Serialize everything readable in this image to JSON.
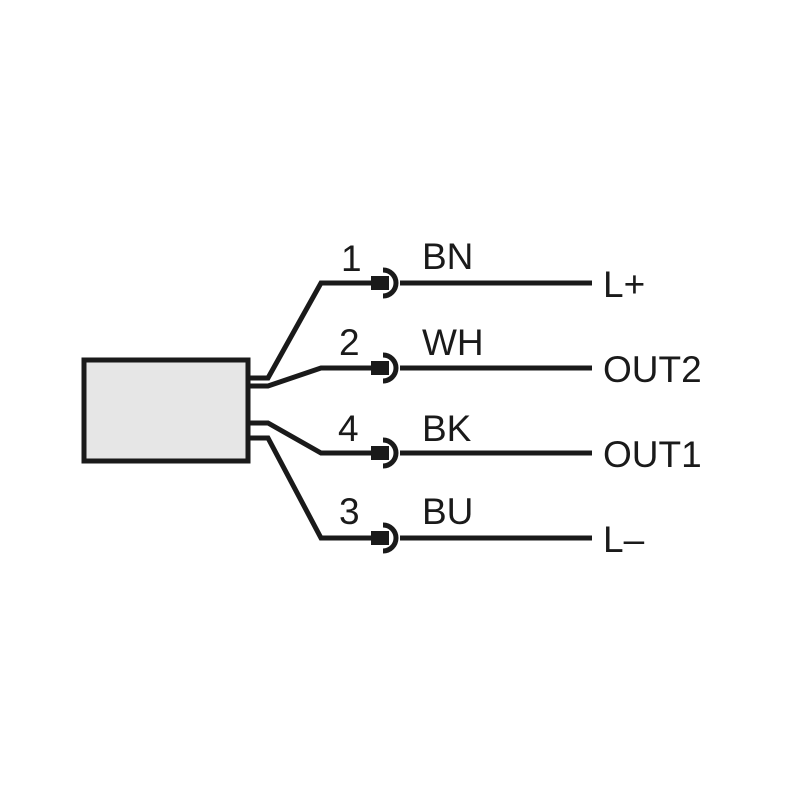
{
  "sensor": {
    "fill": "#e6e6e6",
    "stroke": "#1a1a1a"
  },
  "wires": [
    {
      "pin": "1",
      "color": "BN",
      "signal": "L+"
    },
    {
      "pin": "2",
      "color": "WH",
      "signal": "OUT2"
    },
    {
      "pin": "4",
      "color": "BK",
      "signal": "OUT1"
    },
    {
      "pin": "3",
      "color": "BU",
      "signal": "L–"
    }
  ]
}
